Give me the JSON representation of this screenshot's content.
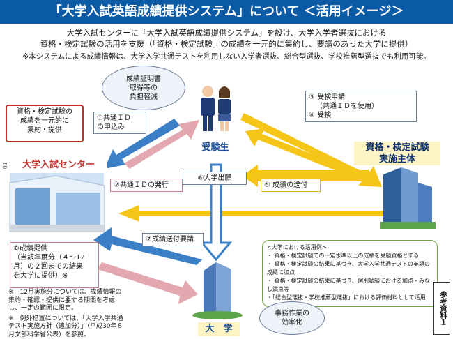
{
  "title": "「大学入試英語成績提供システム」について ＜活用イメージ＞",
  "intro_lines": [
    "大学入試センターに「大学入試英語成績提供システム」を設け、大学入学者選抜における",
    "資格・検定試験の活用を支援（「資格・検定試験」の成績を一元的に集約し、要請のあった大学に提供）"
  ],
  "note_line": "※本システムによる成績情報は、大学入学共通テストを利用しない入学者選抜、総合型選抜、学校推薦型選抜でも利用可能。",
  "page_mark": "10",
  "bubble_top": [
    "成績証明書",
    "取得等の",
    "負担軽減"
  ],
  "bubble_bottom": [
    "事務作業の",
    "効率化"
  ],
  "red_box": [
    "資格・検定試験の",
    "成績を一元的に",
    "集約・提供"
  ],
  "labels": {
    "step1": [
      "①共通ＩＤ",
      "の申込み"
    ],
    "step2": "②共通ＩＤの発行",
    "step3": [
      "③ 受検申請",
      "（共通ＩＤを使用）",
      "④ 受検"
    ],
    "step5": "⑤ 成績の送付",
    "step6": "⑥大学出願",
    "step7": "⑦成績送付要請",
    "step8": [
      "⑧成績提供",
      "（当該年度分（４～12",
      "月）の２回までの結果",
      "を大学に提供）※"
    ]
  },
  "entities": {
    "examinee": "受験生",
    "center": "大学入試センター",
    "testing_body": [
      "資格・検定試験",
      "実施主体"
    ],
    "university": "大　学"
  },
  "usage_box": {
    "heading": "<大学における活用例>",
    "items": [
      "・ 資格・検定試験での一定水準以上の成績を受験資格とする",
      "・ 資格・検定試験の結果に基づき、大学入学共通テストの英語の成績に加点",
      "・ 資格・検定試験の結果に基づき、個別試験における加点・みなし満点等",
      "・「総合型選抜・学校推薦型選抜」における評価材料として活用"
    ]
  },
  "footnotes": [
    "※　12月実施分については、成績情報の集約・確認・提供に要する期間を考慮し、一定の範囲に限定。",
    "※　例外措置については、「大学入学共通テスト実施方針（追加分）」（平成30年８月文部科学省公表）を参照。"
  ],
  "side_tag": "参考資料１",
  "colors": {
    "title_bg": "#0b5aa6",
    "arrow_blue": "#3b7fc7",
    "arrow_yellow": "#f5c518",
    "arrow_pink": "#e3a7b0",
    "red_border": "#c0312d",
    "green_border": "#6aa13a"
  }
}
